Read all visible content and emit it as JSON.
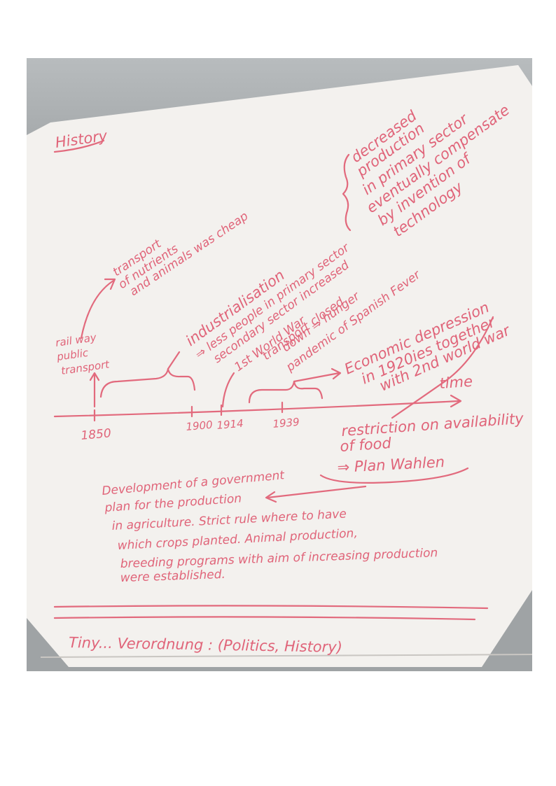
{
  "colors": {
    "ink": "#e26a7d",
    "board": "#f3f1ee",
    "wall": "#a4a8aa"
  },
  "heading": "History",
  "timeline": {
    "axis_label": "time",
    "years": [
      "1850",
      "1900",
      "1914",
      "1939"
    ]
  },
  "notes": {
    "railway": [
      "rail way",
      "public",
      "transport"
    ],
    "nutrients": [
      "transport",
      "of nutrients",
      "and animals was cheap"
    ],
    "industrialisation": [
      "industrialisation",
      "⇒ less people in primary sector",
      "secondary sector increased"
    ],
    "wwi": [
      "1st World War",
      "transport closed",
      "down ⇒ hunger",
      "pandemic of Spanish Fever"
    ],
    "decrease": [
      "decreased",
      "production",
      "in primary sector",
      "eventually compensate",
      "by invention of",
      "technology"
    ],
    "depression": [
      "Economic depression",
      "in 1920ies together",
      "with 2nd world war"
    ],
    "restriction": [
      "restriction on availability",
      "of food"
    ],
    "plan_wahlen": "⇒ Plan Wahlen",
    "development": [
      "Development of a government",
      "plan for the production",
      "in agriculture. Strict rule where to have",
      "which crops planted. Animal production,",
      "breeding programs with aim of increasing production",
      "were established."
    ],
    "footer": "Tiny... Verordnung :   (Politics, History)"
  }
}
